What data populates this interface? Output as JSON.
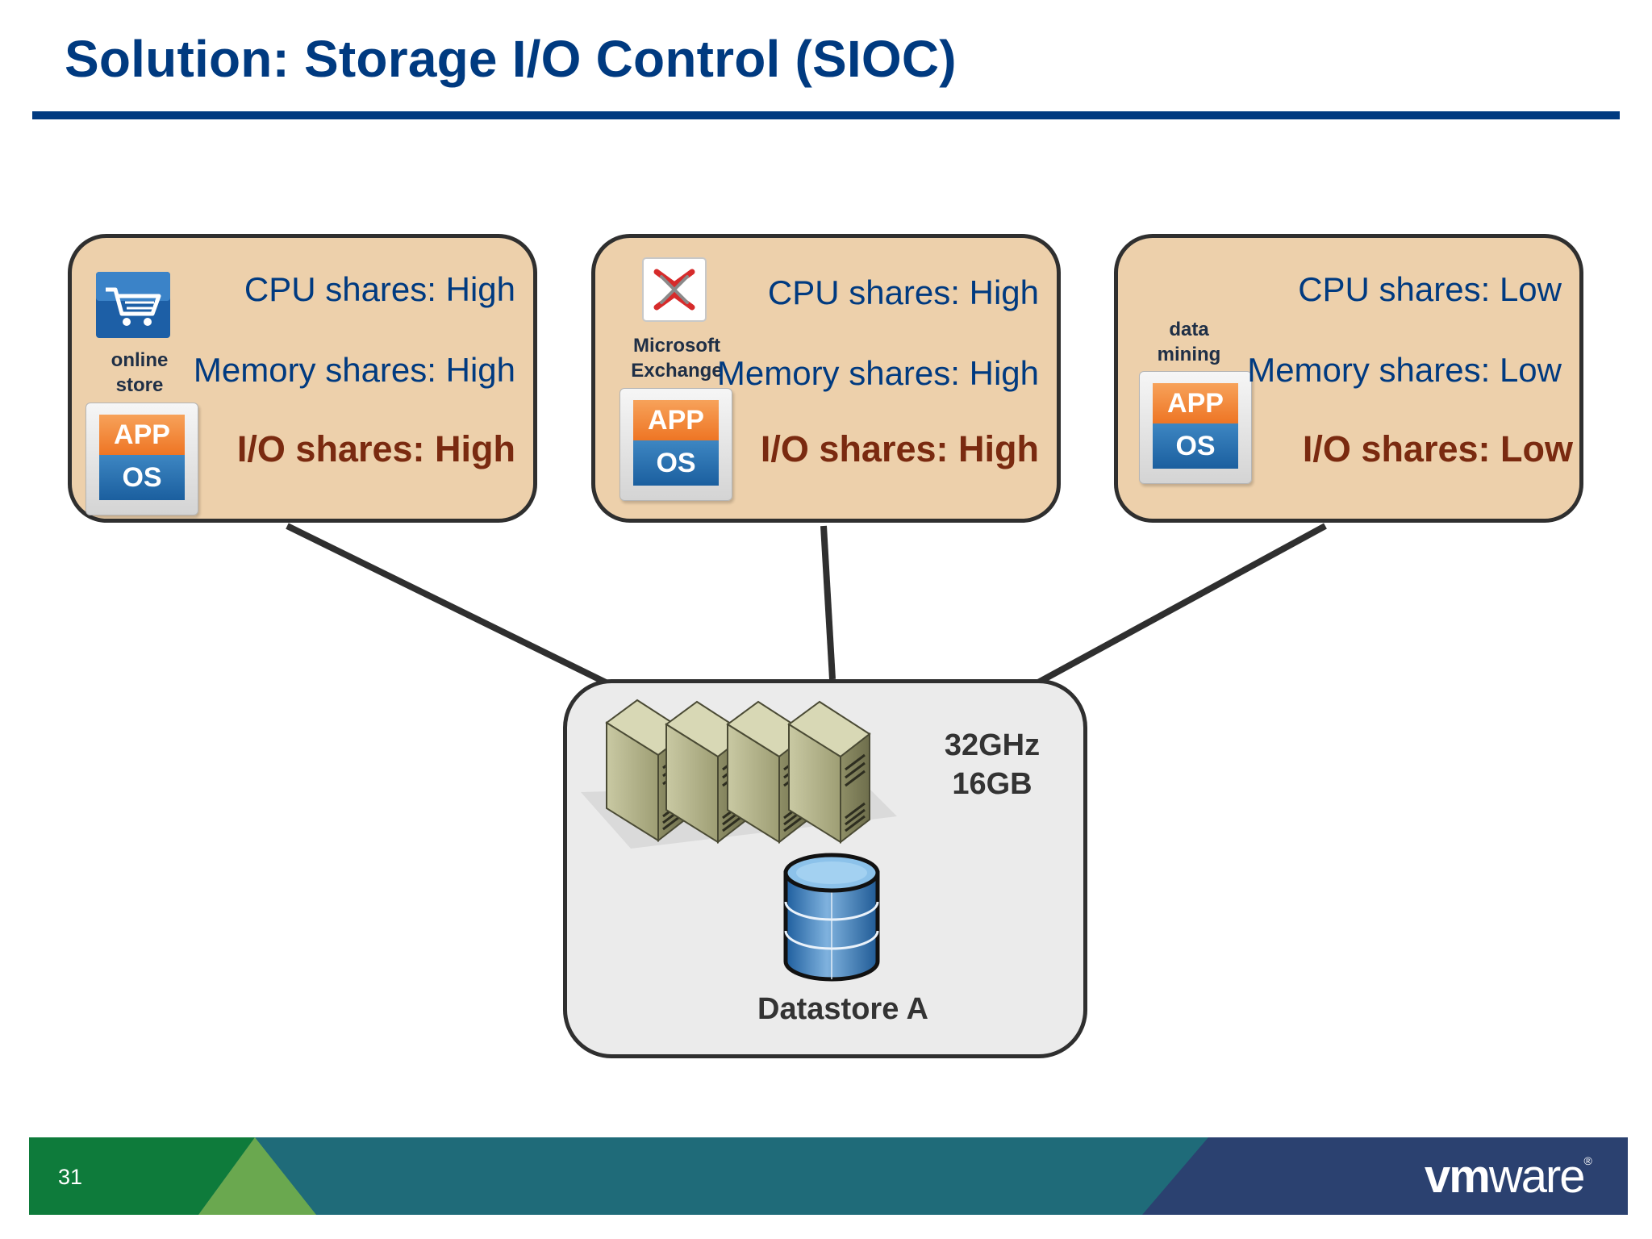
{
  "slide": {
    "title": "Solution: Storage I/O Control (SIOC)",
    "page_number": "31"
  },
  "vms": [
    {
      "label": "online store",
      "icon": "shopping-cart-icon",
      "cpu": "CPU shares: High",
      "memory": "Memory shares: High",
      "io": "I/O shares: High",
      "app_label": "APP",
      "os_label": "OS"
    },
    {
      "label": "Microsoft Exchange",
      "icon": "exchange-logo-icon",
      "cpu": "CPU shares: High",
      "memory": "Memory shares: High",
      "io": "I/O shares: High",
      "app_label": "APP",
      "os_label": "OS"
    },
    {
      "label": "data mining",
      "icon": "",
      "cpu": "CPU shares: Low",
      "memory": "Memory shares: Low",
      "io": "I/O shares: Low",
      "app_label": "APP",
      "os_label": "OS"
    }
  ],
  "host": {
    "cpu": "32GHz",
    "memory": "16GB",
    "server_count": 4
  },
  "datastore": {
    "label": "Datastore A"
  },
  "brand": {
    "logo_vm": "vm",
    "logo_ware": "ware",
    "registered": "®"
  },
  "colors": {
    "title": "#003a80",
    "vm_box_fill": "#edd0ab",
    "host_box_fill": "#ebebeb",
    "io_text": "#7a2a10",
    "footer_green": "#0e7b3b",
    "footer_teal": "#1f6b79",
    "footer_navy": "#2b4170"
  }
}
